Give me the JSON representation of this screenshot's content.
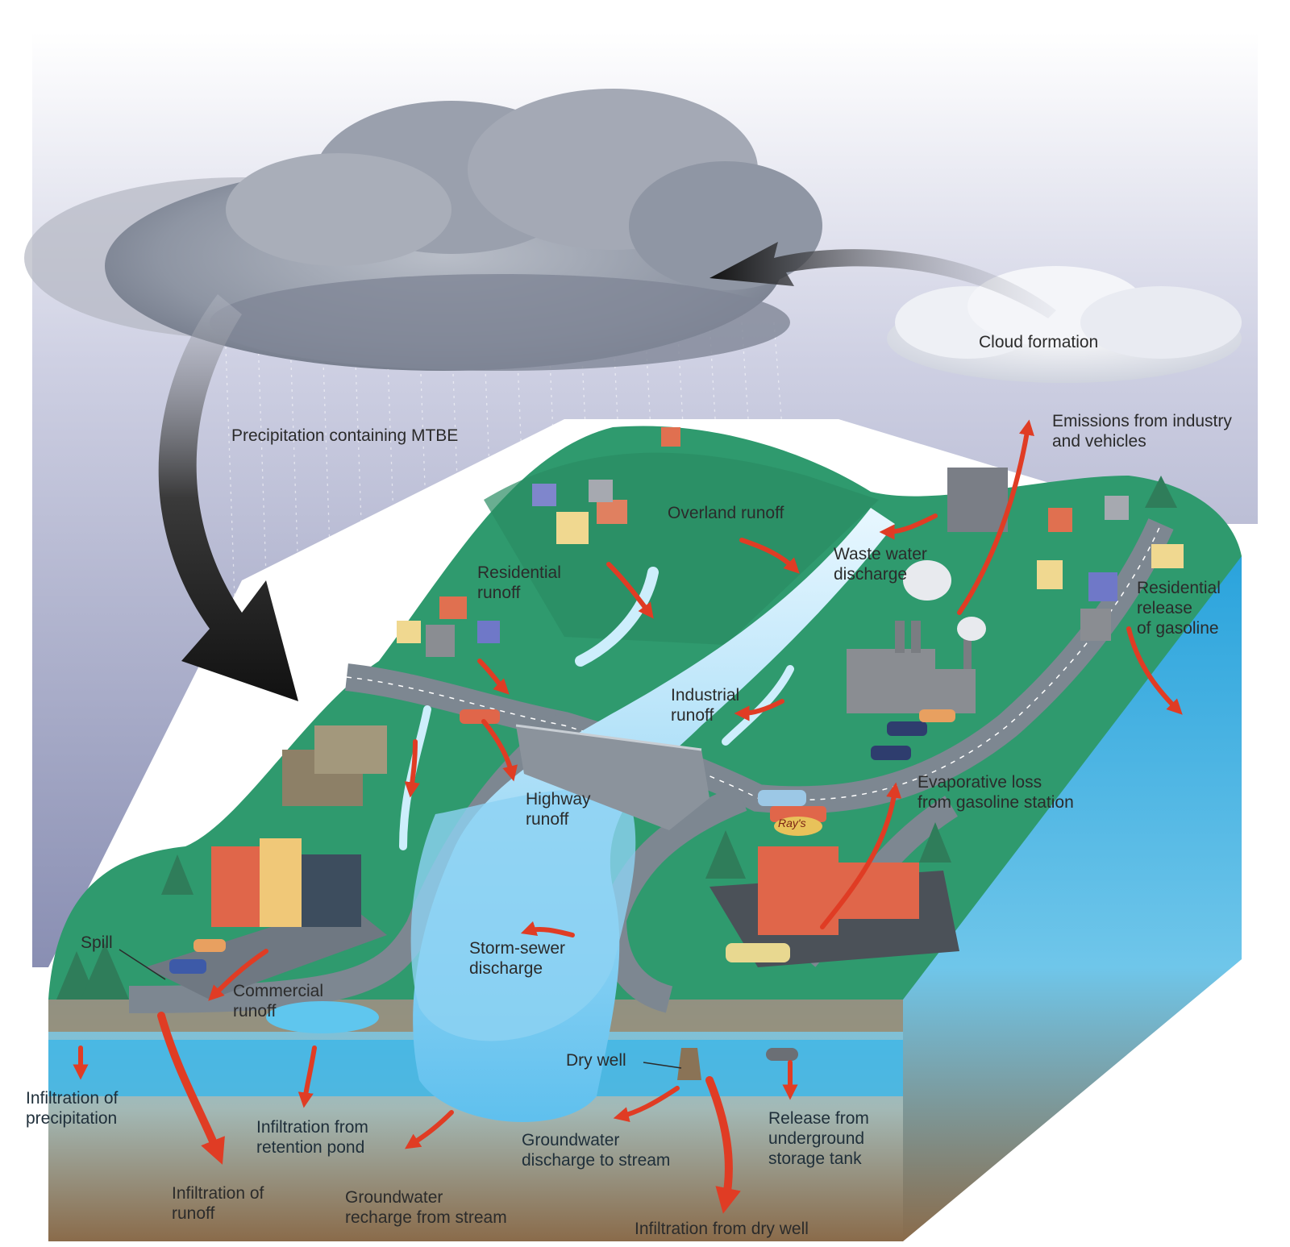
{
  "labels": {
    "cloud_formation": "Cloud formation",
    "precipitation": "Precipitation containing MTBE",
    "emissions": "Emissions from industry\nand vehicles",
    "overland_runoff": "Overland runoff",
    "waste_water": "Waste water\ndischarge",
    "residential_runoff": "Residential\nrunoff",
    "residential_release": "Residential\nrelease\nof gasoline",
    "industrial_runoff": "Industrial\nrunoff",
    "highway_runoff": "Highway\nrunoff",
    "evaporative_loss": "Evaporative loss\nfrom gasoline station",
    "spill": "Spill",
    "commercial_runoff": "Commercial\nrunoff",
    "storm_sewer": "Storm-sewer\ndischarge",
    "dry_well": "Dry well",
    "infiltration_precipitation": "Infiltration of\nprecipitation",
    "infiltration_retention": "Infiltration from\nretention pond",
    "groundwater_discharge": "Groundwater\ndischarge to stream",
    "release_tank": "Release from\nunderground\nstorage tank",
    "infiltration_runoff": "Infiltration of\nrunoff",
    "groundwater_recharge": "Groundwater\nrecharge from stream",
    "infiltration_dry_well": "Infiltration from dry well",
    "station_sign": "Ray's"
  },
  "colors": {
    "sky": "#8e94b8",
    "land": "#2f9a6e",
    "groundwater": "#3fb6e6",
    "soil": "#a08466",
    "road": "#7d8791",
    "arrow_red": "#e03c24",
    "arrow_dark": "#1b1b1b",
    "stream": "#9bd6f2"
  }
}
